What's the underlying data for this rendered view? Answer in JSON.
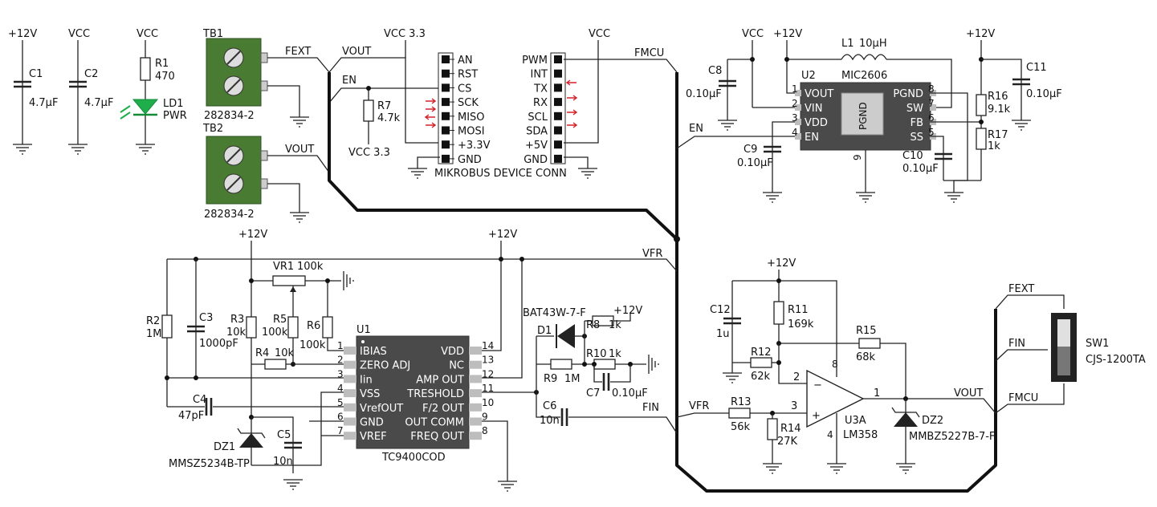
{
  "supplies": {
    "p12_1": "+12V",
    "vcc_1": "VCC",
    "vcc_2": "VCC",
    "cap_c1": "C1",
    "cap_c1_val": "4.7µF",
    "cap_c2": "C2",
    "cap_c2_val": "4.7µF",
    "r1": "R1",
    "r1_val": "470",
    "ld1": "LD1",
    "ld1_val": "PWR"
  },
  "terminals": {
    "tb1": "TB1",
    "tb1_part": "282834-2",
    "tb2": "TB2",
    "tb2_part": "282834-2",
    "fext": "FEXT",
    "vout1": "VOUT",
    "vout2": "VOUT",
    "en": "EN",
    "r7": "R7",
    "r7_val": "4.7k",
    "vcc33_top": "VCC 3.3",
    "vcc33_bot": "VCC 3.3"
  },
  "mikrobus": {
    "title": "MIKROBUS DEVICE CONN",
    "left_pins": [
      "AN",
      "RST",
      "CS",
      "SCK",
      "MISO",
      "MOSI",
      "+3.3V",
      "GND"
    ],
    "right_pins": [
      "PWM",
      "INT",
      "TX",
      "RX",
      "SCL",
      "SDA",
      "+5V",
      "GND"
    ],
    "vcc": "VCC",
    "fmcu": "FMCU",
    "en": "EN"
  },
  "regulator": {
    "vcc": "VCC",
    "p12": "+12V",
    "p12b": "+12V",
    "l1": "L1",
    "l1_val": "10µH",
    "u2": "U2",
    "part": "MIC2606",
    "c8": "C8",
    "c8_val": "0.10µF",
    "c9": "C9",
    "c9_val": "0.10µF",
    "c10": "C10",
    "c10_val": "0.10µF",
    "c11": "C11",
    "c11_val": "0.10µF",
    "r16": "R16",
    "r16_val": "9.1k",
    "r17": "R17",
    "r17_val": "1k",
    "pgnd": "PGND",
    "left_pins": [
      "VOUT",
      "VIN",
      "VDD",
      "EN"
    ],
    "left_nums": [
      "1",
      "2",
      "3",
      "4"
    ],
    "right_pins": [
      "PGND",
      "SW",
      "FB",
      "SS"
    ],
    "right_nums": [
      "8",
      "7",
      "6",
      "5"
    ],
    "bottom_num": "9"
  },
  "converter": {
    "p12": "+12V",
    "p12b": "+12V",
    "vfr": "VFR",
    "fin": "FIN",
    "u1": "U1",
    "part": "TC9400COD",
    "vr1": "VR1",
    "vr1_val": "100k",
    "r2": "R2",
    "r2_val": "1M",
    "c3": "C3",
    "c3_val": "1000pF",
    "r3": "R3",
    "r3_val": "10k",
    "r5": "R5",
    "r5_val": "100k",
    "r6": "R6",
    "r6_val": "100k",
    "r4": "R4",
    "r4_val": "10k",
    "c4": "C4",
    "c4_val": "47pF",
    "c5": "C5",
    "c5_val": "10n",
    "dz1": "DZ1",
    "dz1_part": "MMSZ5234B-TP",
    "c6": "C6",
    "c6_val": "10n",
    "left_pins": [
      "IBIAS",
      "ZERO ADJ",
      "Iin",
      "VSS",
      "VrefOUT",
      "GND",
      "VREF"
    ],
    "left_nums": [
      "1",
      "2",
      "3",
      "4",
      "5",
      "6",
      "7"
    ],
    "right_pins": [
      "VDD",
      "NC",
      "AMP OUT",
      "TRESHOLD",
      "F/2 OUT",
      "OUT COMM",
      "FREQ OUT"
    ],
    "right_nums": [
      "14",
      "13",
      "12",
      "11",
      "10",
      "9",
      "8"
    ]
  },
  "diode_net": {
    "d1": "D1",
    "d1_part": "BAT43W-7-F",
    "r8": "R8",
    "r8_val": "1k",
    "p12": "+12V",
    "r9": "R9",
    "r9_val": "1M",
    "r10": "R10",
    "r10_val": "1k",
    "c7": "C7",
    "c7_val": "0.10µF"
  },
  "opamp": {
    "p12": "+12V",
    "c12": "C12",
    "c12_val": "1u",
    "r11": "R11",
    "r11_val": "169k",
    "r12": "R12",
    "r12_val": "62k",
    "r15": "R15",
    "r15_val": "68k",
    "vfr": "VFR",
    "r13": "R13",
    "r13_val": "56k",
    "r14": "R14",
    "r14_val": "27K",
    "u3a": "U3A",
    "part": "LM358",
    "pin_minus": "2",
    "pin_plus": "3",
    "pin_out": "1",
    "pin_vcc": "8",
    "pin_gnd": "4",
    "vout": "VOUT",
    "dz2": "DZ2",
    "dz2_part": "MMBZ5227B-7-F"
  },
  "switch": {
    "fext": "FEXT",
    "fin": "FIN",
    "fmcu": "FMCU",
    "sw1": "SW1",
    "part": "CJS-1200TA"
  }
}
